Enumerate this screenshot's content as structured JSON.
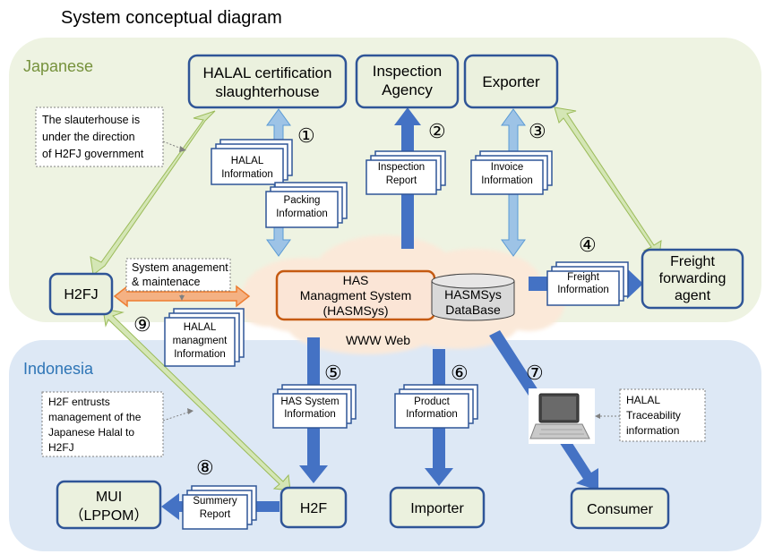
{
  "title": "System conceptual diagram",
  "regions": {
    "japanese": "Japanese",
    "indonesia": "Indonesia"
  },
  "nodes": {
    "halal_slaughterhouse": [
      "HALAL certification",
      "slaughterhouse"
    ],
    "inspection_agency": [
      "Inspection",
      "Agency"
    ],
    "exporter": "Exporter",
    "freight_agent": [
      "Freight",
      "forwarding",
      "agent"
    ],
    "h2fj": "H2FJ",
    "hasmsys": [
      "HAS",
      "Managment System",
      "(HASMSys)"
    ],
    "database": [
      "HASMSys",
      "DataBase"
    ],
    "www": "WWW Web",
    "mui": [
      "MUI",
      "（LPPOM）"
    ],
    "h2f": "H2F",
    "importer": "Importer",
    "consumer": "Consumer"
  },
  "documents": {
    "halal_information": [
      "HALAL",
      "Information"
    ],
    "packing_information": [
      "Packing",
      "Information"
    ],
    "inspection_report": [
      "Inspection",
      "Report"
    ],
    "invoice_information": [
      "Invoice",
      "Information"
    ],
    "freight_information": [
      "Freight",
      "Information"
    ],
    "halal_management_information": [
      "HALAL",
      "managment",
      "Information"
    ],
    "has_system_information": [
      "HAS System",
      "Information"
    ],
    "product_information": [
      "Product",
      "Information"
    ],
    "summery_report": [
      "Summery",
      "Report"
    ],
    "halal_traceability": [
      "HALAL",
      "Traceability",
      "information"
    ]
  },
  "notes": {
    "slaughterhouse_direction": [
      "The slauterhouse is",
      "under the direction",
      "of H2FJ government"
    ],
    "system_management": [
      "System anagement",
      "& maintenace"
    ],
    "h2f_entrusts": [
      "H2F entrusts",
      "management of the",
      "Japanese Halal to",
      "H2FJ"
    ]
  },
  "steps": [
    "①",
    "②",
    "③",
    "④",
    "⑤",
    "⑥",
    "⑦",
    "⑧",
    "⑨"
  ],
  "colors": {
    "japanese_bg": "#eef3e2",
    "japanese_text": "#76923c",
    "indonesia_bg": "#dde8f5",
    "indonesia_text": "#2e75b6",
    "node_border": "#2f5597",
    "flow_arrow": "#4472c4",
    "light_arrow": "#9dc3e6",
    "green_arrow": "#d4e6b5",
    "green_arrow_border": "#9bbb59",
    "orange_arrow": "#f4b183",
    "orange_border": "#ed7d31",
    "hasmsys_bg": "#fbe5d6",
    "database_bg": "#d9d9d9"
  }
}
